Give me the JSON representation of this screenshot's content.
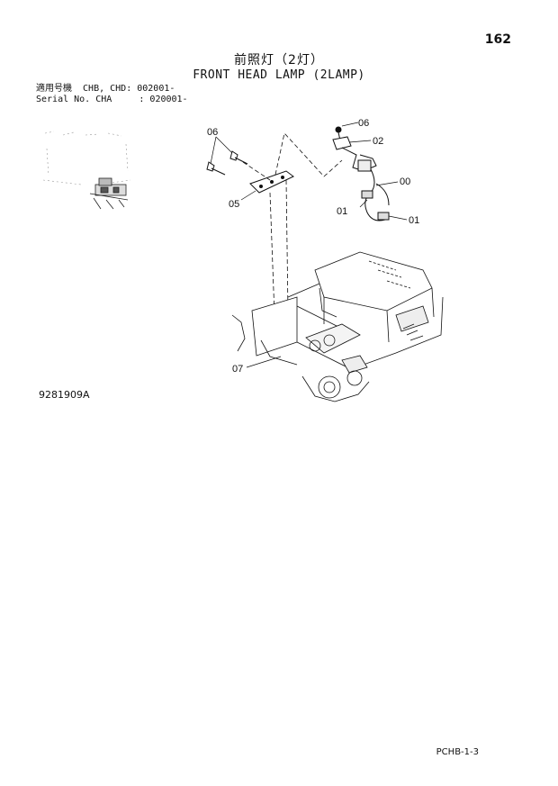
{
  "page_number": "162",
  "title_jp": "前照灯（2灯）",
  "title_en": "FRONT HEAD LAMP (2LAMP)",
  "serial": {
    "line1": "適用号機  CHB, CHD: 002001-",
    "line2": "Serial No. CHA     : 020001-"
  },
  "callouts": {
    "c06a": "06",
    "c06b": "06",
    "c02": "02",
    "c00": "00",
    "c01a": "01",
    "c01b": "01",
    "c05": "05",
    "c07": "07"
  },
  "figure_id": "9281909A",
  "footer_code": "PCHB-1-3"
}
